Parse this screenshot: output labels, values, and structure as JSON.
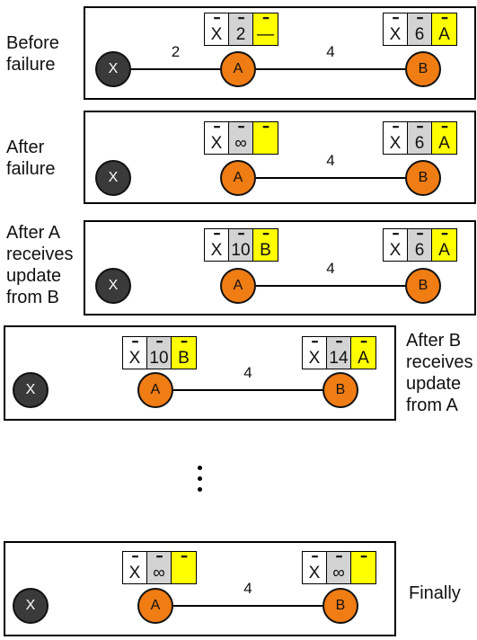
{
  "stages": [
    {
      "label": "Before\nfailure",
      "costs": {
        "x_a": "2",
        "a_b": "4"
      },
      "link_xa_up": true,
      "tables": {
        "a": {
          "dest": "X",
          "dist": "2",
          "hop": "—"
        },
        "b": {
          "dest": "X",
          "dist": "6",
          "hop": "A"
        }
      }
    },
    {
      "label": "After\nfailure",
      "costs": {
        "x_a": "",
        "a_b": "4"
      },
      "link_xa_up": false,
      "tables": {
        "a": {
          "dest": "X",
          "dist": "∞",
          "hop": ""
        },
        "b": {
          "dest": "X",
          "dist": "6",
          "hop": "A"
        }
      }
    },
    {
      "label": "After A\nreceives\nupdate\nfrom B",
      "costs": {
        "x_a": "",
        "a_b": "4"
      },
      "link_xa_up": false,
      "tables": {
        "a": {
          "dest": "X",
          "dist": "10",
          "hop": "B"
        },
        "b": {
          "dest": "X",
          "dist": "6",
          "hop": "A"
        }
      }
    },
    {
      "label": "After B\nreceives\nupdate\nfrom A",
      "costs": {
        "x_a": "",
        "a_b": "4"
      },
      "link_xa_up": false,
      "tables": {
        "a": {
          "dest": "X",
          "dist": "10",
          "hop": "B"
        },
        "b": {
          "dest": "X",
          "dist": "14",
          "hop": "A"
        }
      }
    },
    {
      "label": "Finally",
      "costs": {
        "x_a": "",
        "a_b": "4"
      },
      "link_xa_up": false,
      "tables": {
        "a": {
          "dest": "X",
          "dist": "∞",
          "hop": ""
        },
        "b": {
          "dest": "X",
          "dist": "∞",
          "hop": ""
        }
      }
    }
  ],
  "nodes": {
    "x": "X",
    "a": "A",
    "b": "B"
  },
  "table_header_marker": "▪▪▪",
  "colors": {
    "dead_node": "#3a3a3a",
    "live_node": "#f07c14",
    "hop_cell": "#ffff00",
    "dist_cell": "#d3d3d3"
  }
}
